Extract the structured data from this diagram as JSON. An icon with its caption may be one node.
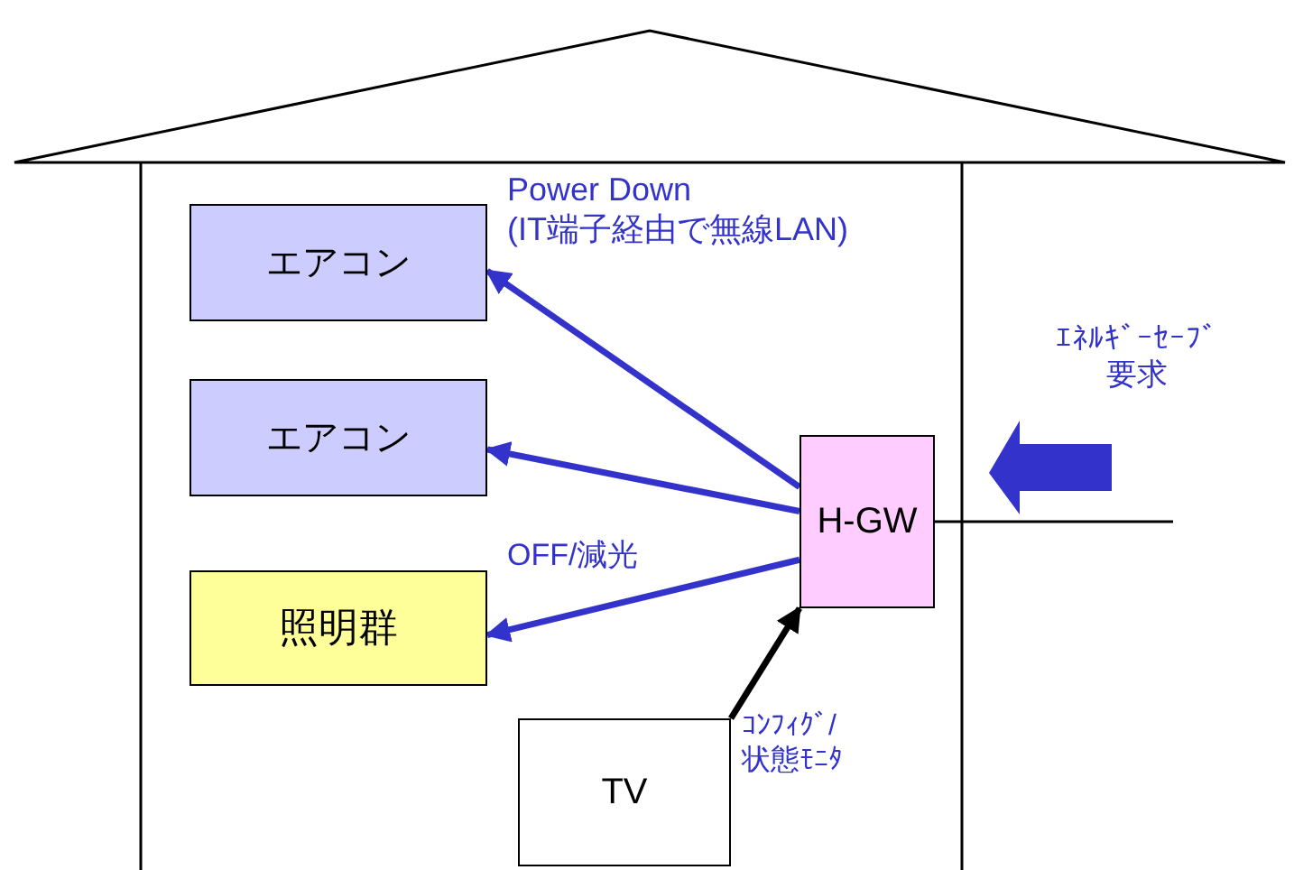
{
  "diagram": {
    "nodes": [
      {
        "text": [
          "エアコン"
        ]
      },
      {
        "text": [
          "エアコン"
        ]
      },
      {
        "text": [
          "照明群"
        ]
      },
      {
        "text": [
          "H-GW"
        ]
      },
      {
        "text": [
          "TV"
        ]
      }
    ],
    "edges": [
      {
        "from": 3,
        "to": 0,
        "arrow": "to",
        "label": "Power Down (IT端子経由で無線LAN)"
      },
      {
        "from": 3,
        "to": 1,
        "arrow": "to"
      },
      {
        "from": 3,
        "to": 2,
        "arrow": "to",
        "label": "OFF/減光"
      },
      {
        "from": 4,
        "to": 3,
        "arrow": "to",
        "label": "ｺﾝﾌｨｸﾞ/状態ﾓﾆﾀ",
        "color": "#000000"
      },
      {
        "from": 3,
        "to": null,
        "arrow": "none",
        "color": "#000000"
      }
    ],
    "labels": [
      "ｴﾈﾙｷﾞｰｾｰﾌﾞ要求"
    ]
  }
}
